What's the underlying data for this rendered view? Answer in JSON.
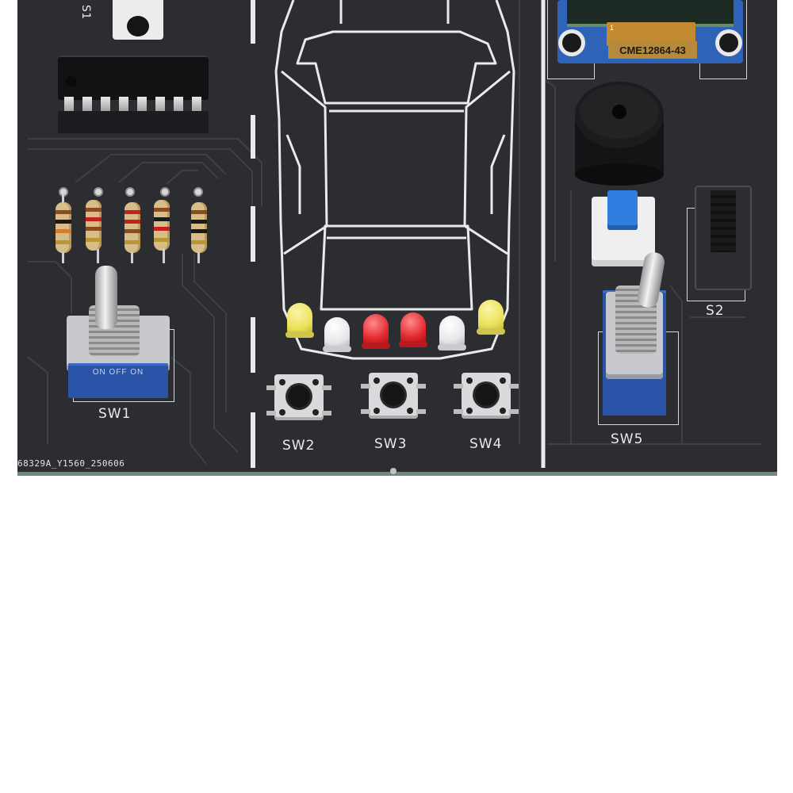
{
  "board": {
    "code": "68329A_Y1560_250606",
    "labels": {
      "s1": "S1",
      "s2": "S2",
      "sw1": "SW1",
      "sw2": "SW2",
      "sw3": "SW3",
      "sw4": "SW4",
      "sw5": "SW5"
    },
    "sw1_markings": "ON OFF ON",
    "oled_label": "CME12864-43",
    "oled_pin": "1"
  },
  "colors": {
    "pcb": "#2b2d31",
    "silkscreen": "#e9eaeb",
    "led_yellow": "#e8e25a",
    "led_clear": "#e4e6e8",
    "led_red": "#e0252b",
    "switch_blue": "#2b54a8",
    "push_cap": "#2f7fe0",
    "oled_board": "#2f63b8"
  },
  "leds": [
    "yellow",
    "clear",
    "red",
    "red",
    "clear",
    "yellow"
  ],
  "icons": {
    "car": "car-outline-icon",
    "resistor": "resistor-icon",
    "led": "led-icon",
    "button": "tactile-button-icon",
    "toggle": "toggle-switch-icon",
    "buzzer": "buzzer-icon"
  }
}
